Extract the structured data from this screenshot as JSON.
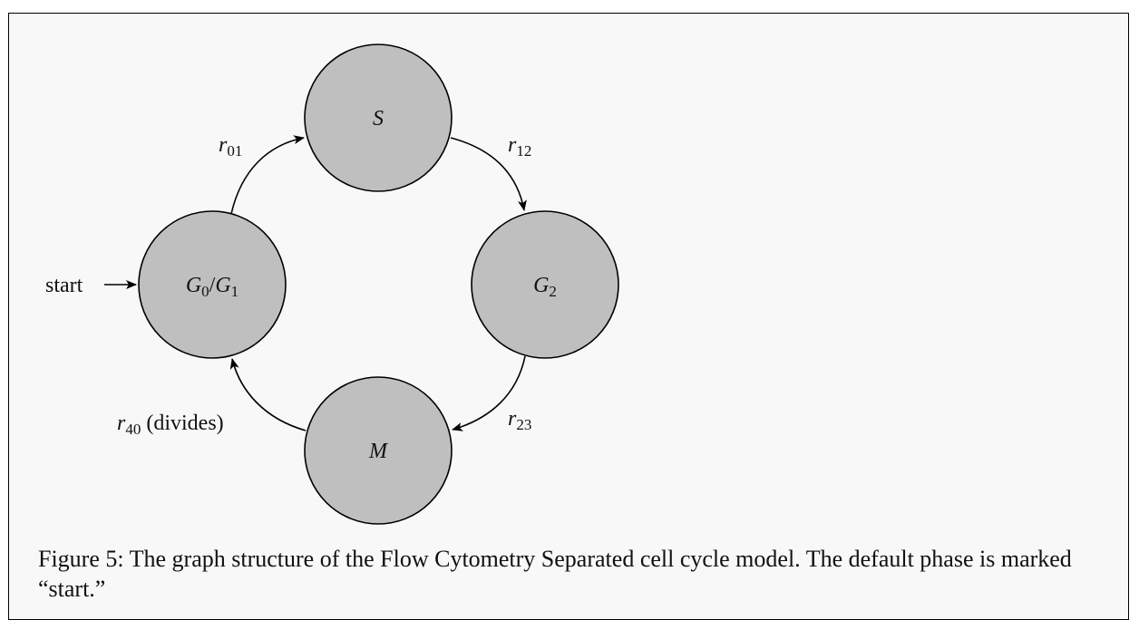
{
  "diagram": {
    "nodes": [
      {
        "id": "g0g1",
        "label": "G",
        "sub1": "0",
        "sep": "/",
        "label2": "G",
        "sub2": "1"
      },
      {
        "id": "s",
        "label": "S"
      },
      {
        "id": "g2",
        "label": "G",
        "sub": "2"
      },
      {
        "id": "m",
        "label": "M"
      }
    ],
    "edges": [
      {
        "from": "g0g1",
        "to": "s",
        "symbol": "r",
        "sub": "01",
        "suffix": ""
      },
      {
        "from": "s",
        "to": "g2",
        "symbol": "r",
        "sub": "12",
        "suffix": ""
      },
      {
        "from": "g2",
        "to": "m",
        "symbol": "r",
        "sub": "23",
        "suffix": ""
      },
      {
        "from": "m",
        "to": "g0g1",
        "symbol": "r",
        "sub": "40",
        "suffix": " (divides)"
      }
    ],
    "start_label": "start",
    "colors": {
      "node_fill": "#bfbfbf",
      "background": "#f8f8f8",
      "stroke": "#000000"
    }
  },
  "caption": {
    "text": "Figure 5: The graph structure of the Flow Cytometry Separated cell cycle model. The default phase is marked “start.”"
  }
}
